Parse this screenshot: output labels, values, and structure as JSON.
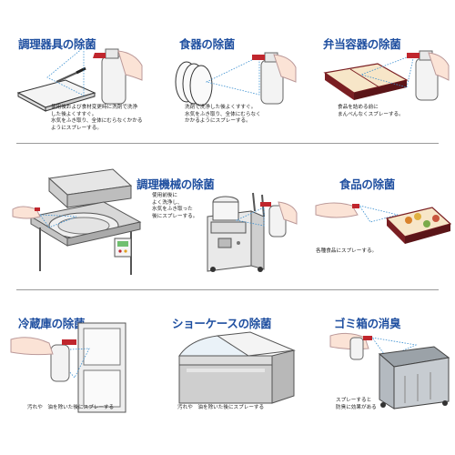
{
  "panels": [
    {
      "title": "調理器具の除菌",
      "caption": "使用後および食材変更時に洗剤で洗浄\nした後よくすすぐ。\n水気をふき取り、全体にむらなくかかる\nようにスプレーする。"
    },
    {
      "title": "食器の除菌",
      "caption": "洗剤で洗浄した後よくすすぐ。\n水気をふき取り、全体にむらなく\nかかるようにスプレーする。"
    },
    {
      "title": "弁当容器の除菌",
      "caption": "食品を詰める前に\nまんべんなくスプレーする。"
    },
    {
      "title": "調理機械の除菌",
      "caption": "使用前後に\nよく洗浄し、\n水気をふき取った\n後にスプレーする。"
    },
    {
      "title": "食品の除菌",
      "caption": "各種食品にスプレーする。"
    },
    {
      "title": "冷蔵庫の除菌",
      "caption": "汚れや　油を除いた後にスプレーする"
    },
    {
      "title": "ショーケースの除菌",
      "caption": "汚れや　油を除いた後にスプレーする"
    },
    {
      "title": "ゴミ箱の消臭",
      "caption": "スプレーすると\n防臭に効果がある"
    }
  ],
  "colors": {
    "title": "#1f4fa0",
    "spray_dot": "#3a8fd0",
    "accent_red": "#c0262d",
    "bento": "#7a1e22"
  }
}
